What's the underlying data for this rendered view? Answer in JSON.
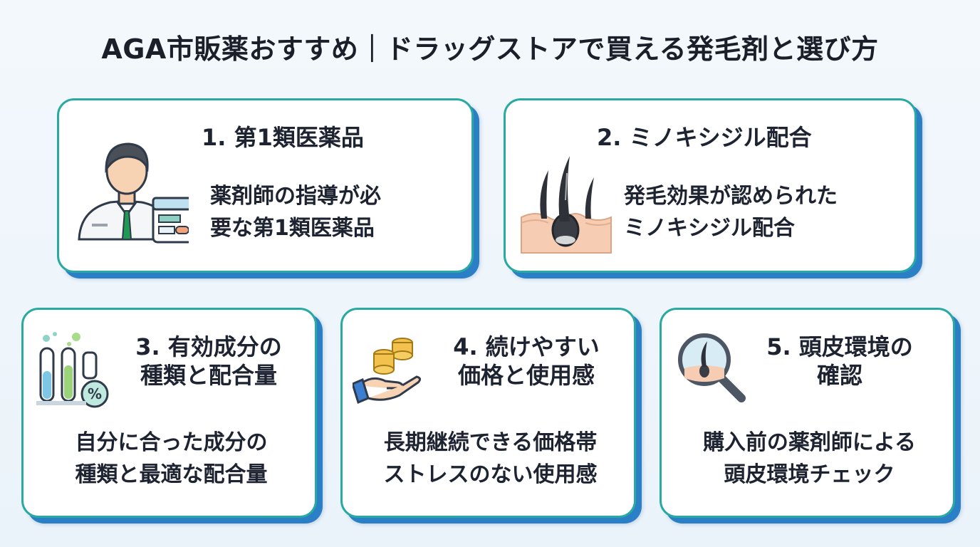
{
  "title": "AGA市販薬おすすめ｜ドラッグストアで買える発毛剤と選び方",
  "cards": [
    {
      "heading": [
        "1. 第1類医薬品"
      ],
      "body": [
        "薬剤師の指導が必",
        "要な第1類医薬品"
      ],
      "icon": "pharmacist-icon"
    },
    {
      "heading": [
        "2. ミノキシジル配合"
      ],
      "body": [
        "発毛効果が認められた",
        "ミノキシジル配合"
      ],
      "icon": "hair-follicle-icon"
    },
    {
      "heading": [
        "3. 有効成分の",
        "種類と配合量"
      ],
      "body": [
        "自分に合った成分の",
        "種類と最適な配合量"
      ],
      "icon": "test-tubes-icon"
    },
    {
      "heading": [
        "4. 続けやすい",
        "価格と使用感"
      ],
      "body": [
        "長期継続できる価格帯",
        "ストレスのない使用感"
      ],
      "icon": "coins-hand-icon"
    },
    {
      "heading": [
        "5. 頭皮環境の",
        "確認"
      ],
      "body": [
        "購入前の薬剤師による",
        "頭皮環境チェック"
      ],
      "icon": "magnifier-scalp-icon"
    }
  ],
  "colors": {
    "card_border": "#2aa9a2",
    "card_shadow": "#2a7fc6",
    "text": "#1d2330"
  }
}
